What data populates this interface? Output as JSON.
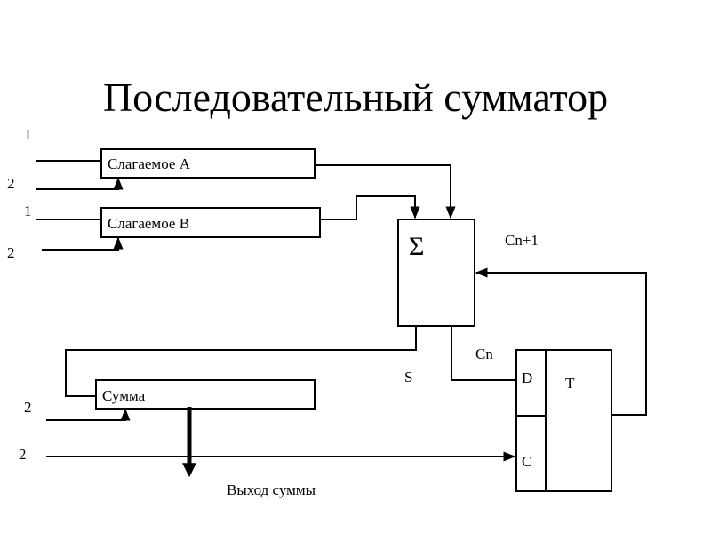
{
  "title": "Последовательный сумматор",
  "registers": {
    "a": "Слагаемое А",
    "b": "Слагаемое В",
    "sum": "Сумма"
  },
  "adder": {
    "symbol": "Σ",
    "carry_out": "Cn+1",
    "sum_out": "S",
    "carry_in": "Cn"
  },
  "trigger": {
    "name": "T",
    "d_input": "D",
    "c_input": "C"
  },
  "inputs": {
    "a_line1": "1",
    "a_line2": "2",
    "b_line1": "1",
    "b_line2": "2",
    "sum_line2": "2",
    "clock_line": "2"
  },
  "output_label": "Выход суммы"
}
